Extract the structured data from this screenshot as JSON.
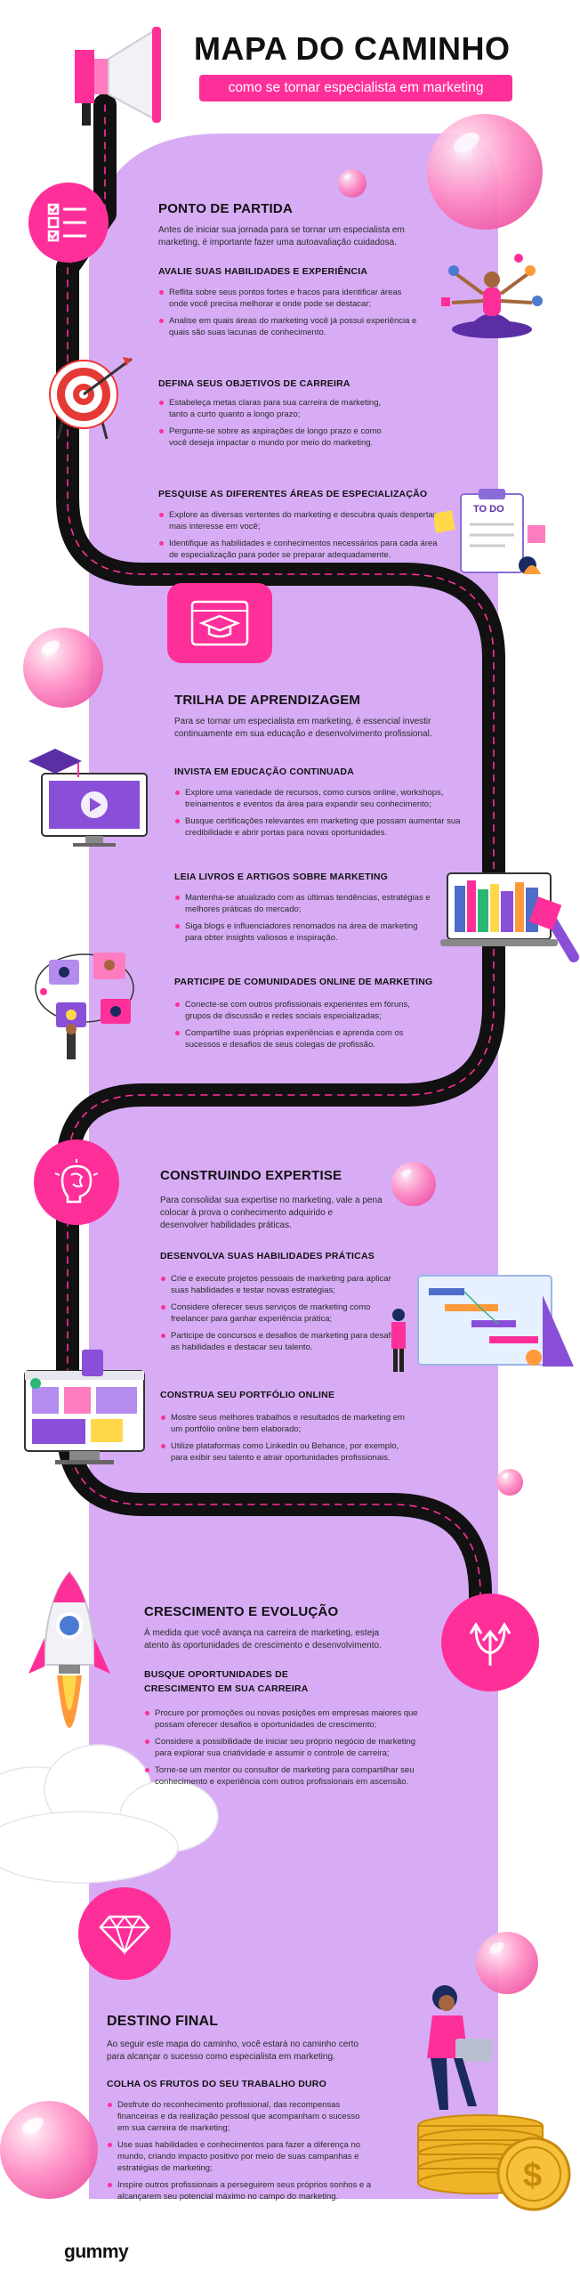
{
  "header": {
    "title": "MAPA DO CAMINHO",
    "subtitle": "como se tornar especialista em marketing"
  },
  "colors": {
    "accent": "#ff2f9a",
    "panel": "#d7acf5",
    "road": "#111111",
    "road_dash": "#ff2f9a"
  },
  "sections": {
    "s1": {
      "title": "PONTO DE PARTIDA",
      "icon": "checklist-icon",
      "intro": "Antes de iniciar sua jornada para se tornar um especialista em marketing, é importante fazer uma autoavaliação cuidadosa.",
      "groups": [
        {
          "title": "AVALIE SUAS HABILIDADES E EXPERIÊNCIA",
          "bullets": [
            "Reflita sobre seus pontos fortes e fracos para identificar áreas onde você precisa melhorar e onde pode se destacar;",
            "Analise em quais áreas do marketing você já possui experiência e quais são suas lacunas de conhecimento."
          ]
        },
        {
          "title": "DEFINA SEUS OBJETIVOS DE CARREIRA",
          "bullets": [
            "Estabeleça metas claras para sua carreira de marketing, tanto a curto quanto a longo prazo;",
            "Pergunte-se sobre as aspirações de longo prazo e como você deseja impactar o mundo por meio do marketing."
          ]
        },
        {
          "title": "PESQUISE AS DIFERENTES ÁREAS DE ESPECIALIZAÇÃO",
          "bullets": [
            "Explore as diversas vertentes do marketing e descubra quais despertam mais interesse em você;",
            "Identifique as habilidades e conhecimentos necessários para cada área de especialização para poder se preparar adequadamente."
          ]
        }
      ]
    },
    "s2": {
      "title": "TRILHA DE APRENDIZAGEM",
      "icon": "graduation-cap-icon",
      "intro": "Para se tornar um especialista em marketing, é essencial investir continuamente em sua educação e desenvolvimento profissional.",
      "groups": [
        {
          "title": "INVISTA EM EDUCAÇÃO CONTINUADA",
          "bullets": [
            "Explore uma variedade de recursos, como cursos online, workshops, treinamentos e eventos da área para expandir seu conhecimento;",
            "Busque certificações relevantes em marketing que possam aumentar sua credibilidade e abrir portas para novas oportunidades."
          ]
        },
        {
          "title": "LEIA LIVROS E ARTIGOS SOBRE MARKETING",
          "bullets": [
            "Mantenha-se atualizado com as últimas tendências, estratégias e melhores práticas do mercado;",
            "Siga blogs e influenciadores renomados na área de marketing para obter insights valiosos e inspiração."
          ]
        },
        {
          "title": "PARTICIPE DE COMUNIDADES ONLINE DE MARKETING",
          "bullets": [
            "Conecte-se com outros profissionais experientes em fóruns, grupos de discussão e redes sociais especializadas;",
            "Compartilhe suas próprias experiências e aprenda com os sucessos e desafios de seus colegas de profissão."
          ]
        }
      ]
    },
    "s3": {
      "title": "CONSTRUINDO EXPERTISE",
      "icon": "brain-icon",
      "intro": "Para consolidar sua expertise no marketing, vale a pena colocar à prova o conhecimento adquirido e desenvolver habilidades práticas.",
      "groups": [
        {
          "title": "DESENVOLVA SUAS HABILIDADES PRÁTICAS",
          "bullets": [
            "Crie e execute projetos pessoais de marketing para aplicar suas habilidades e testar novas estratégias;",
            "Considere oferecer seus serviços de marketing como freelancer para ganhar experiência prática;",
            "Participe de concursos e desafios de marketing para desafiar as habilidades e destacar seu talento."
          ]
        },
        {
          "title": "CONSTRUA SEU PORTFÓLIO ONLINE",
          "bullets": [
            "Mostre seus melhores trabalhos e resultados de marketing em um portfólio online bem elaborado;",
            "Utilize plataformas como LinkedIn ou Behance, por exemplo, para exibir seu talento e atrair oportunidades profissionais."
          ]
        }
      ]
    },
    "s4": {
      "title": "CRESCIMENTO E EVOLUÇÃO",
      "icon": "growth-arrows-icon",
      "intro": "À medida que você avança na carreira de marketing, esteja atento às oportunidades de crescimento e desenvolvimento.",
      "groups": [
        {
          "title_line1": "BUSQUE OPORTUNIDADES DE",
          "title_line2": "CRESCIMENTO EM SUA CARREIRA",
          "bullets": [
            "Procure por promoções ou novas posições em empresas maiores que possam oferecer desafios e oportunidades de crescimento;",
            "Considere a possibilidade de iniciar seu próprio negócio de marketing para explorar sua criatividade e assumir o controle de carreira;",
            "Torne-se um mentor ou consultor de marketing para compartilhar seu conhecimento e experiência com outros profissionais em ascensão."
          ]
        }
      ]
    },
    "s5": {
      "title": "DESTINO FINAL",
      "icon": "diamond-icon",
      "intro": "Ao seguir este mapa do caminho, você estará no caminho certo para alcançar o sucesso como especialista em marketing.",
      "groups": [
        {
          "title": "COLHA OS FRUTOS DO SEU TRABALHO DURO",
          "bullets": [
            "Desfrute do reconhecimento profissional, das recompensas financeiras e da realização pessoal que acompanham o sucesso em sua carreira de marketing;",
            "Use suas habilidades e conhecimentos para fazer a diferença no mundo, criando impacto positivo por meio de suas campanhas e estratégias de marketing;",
            "Inspire outros profissionais a perseguirem seus próprios sonhos e a alcançarem seu potencial máximo no campo do marketing."
          ]
        }
      ]
    }
  },
  "footer": {
    "brand": "gummy"
  }
}
